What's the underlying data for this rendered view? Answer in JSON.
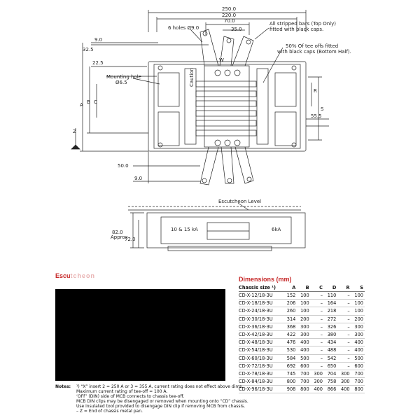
{
  "drawing": {
    "dims": {
      "overall": "250.0",
      "mid": "220.0",
      "inner": "70.0",
      "top": "35.0",
      "left_offset": "9.0",
      "height_top": "32.5",
      "side": "22.5",
      "right_offset": "55.5",
      "bottom_drop": "50.0",
      "bottom_offset": "9.0",
      "approx_height": "82.0",
      "approx_label": "Approx",
      "inner_height": "72.0"
    },
    "callouts": {
      "holes": "6 holes Ø9.0",
      "stripped_bars_1": "All stripped bars (Top Only)",
      "stripped_bars_2": "fitted with black caps.",
      "tee_offs_1": "50% Of tee offs fitted",
      "tee_offs_2": "with black caps (Bottom Half).",
      "mounting_hole_1": "Mounting hole",
      "mounting_hole_2": "Ø6.5",
      "escutcheon_level": "Escutcheon Level",
      "rating_left": "10  &  15  kA",
      "rating_right": "6kA",
      "caution": "Caution"
    },
    "letters": {
      "a": "A",
      "b": "B",
      "c": "C",
      "r": "R",
      "s": "S",
      "w": "W",
      "z": "Z"
    }
  },
  "escutcheon": {
    "title": "Escu",
    "title_faded": "tcheon"
  },
  "dimensions": {
    "title": "Dimensions (mm)",
    "columns": [
      "Chassis size ¹)",
      "A",
      "B",
      "C",
      "D",
      "R",
      "S"
    ],
    "rows": [
      [
        "CD-X-12/18-3U",
        "152",
        "100",
        "–",
        "110",
        "–",
        "100"
      ],
      [
        "CD-X-18/18-3U",
        "206",
        "100",
        "–",
        "164",
        "–",
        "100"
      ],
      [
        "CD-X-24/18-3U",
        "260",
        "100",
        "–",
        "218",
        "–",
        "100"
      ],
      [
        "CD-X-30/18-3U",
        "314",
        "200",
        "–",
        "272",
        "–",
        "200"
      ],
      [
        "CD-X-36/18-3U",
        "368",
        "300",
        "–",
        "326",
        "–",
        "300"
      ],
      [
        "CD-X-42/18-3U",
        "422",
        "300",
        "–",
        "380",
        "–",
        "300"
      ],
      [
        "CD-X-48/18-3U",
        "476",
        "400",
        "–",
        "434",
        "–",
        "400"
      ],
      [
        "CD-X-54/18-3U",
        "530",
        "400",
        "–",
        "488",
        "–",
        "400"
      ],
      [
        "CD-X-60/18-3U",
        "584",
        "500",
        "–",
        "542",
        "–",
        "500"
      ],
      [
        "CD-X-72/18-3U",
        "692",
        "600",
        "–",
        "650",
        "–",
        "600"
      ],
      [
        "CD-X-78/18-3U",
        "745",
        "700",
        "300",
        "704",
        "300",
        "700"
      ],
      [
        "CD-X-84/18-3U",
        "800",
        "700",
        "300",
        "758",
        "300",
        "700"
      ],
      [
        "CD-X-96/18-3U",
        "908",
        "800",
        "400",
        "866",
        "400",
        "800"
      ]
    ]
  },
  "notes": {
    "label": "Notes:",
    "lines": [
      "¹) “X” insert 2 = 250 A or 3 = 355 A, current rating does not effect above dims.",
      "Maximum current rating of tee-off = 100 A.",
      "‘OFF’ (DIN) side of MCB connects to chassis tee-off.",
      "MCB DIN clips may be disengaged or removed when mounting onto “CD” chassis.",
      "Use insulated tool provided to disengage DIN clip if removing MCB from chassis.",
      "– Z = End of chassis metal pan."
    ]
  }
}
